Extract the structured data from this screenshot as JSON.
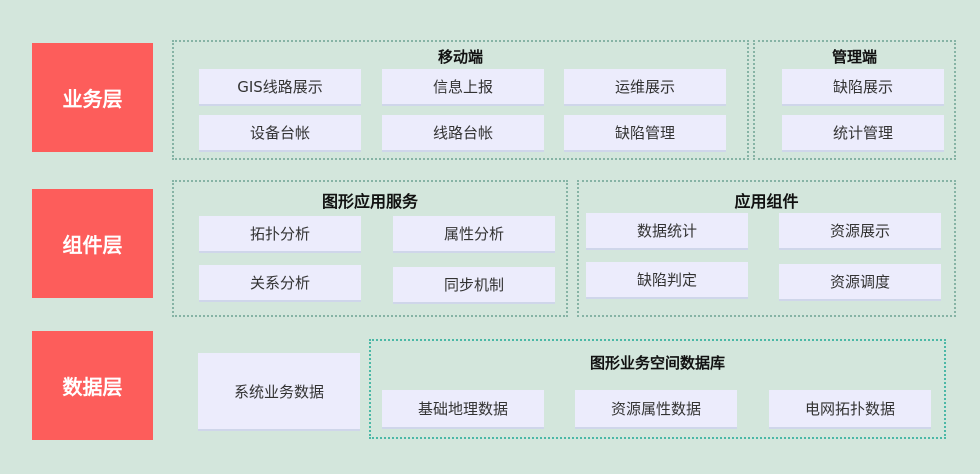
{
  "layers": {
    "business": {
      "label": "业务层",
      "mobile": {
        "title": "移动端",
        "items": [
          "GIS线路展示",
          "信息上报",
          "运维展示",
          "设备台帐",
          "线路台帐",
          "缺陷管理"
        ]
      },
      "management": {
        "title": "管理端",
        "items": [
          "缺陷展示",
          "统计管理"
        ]
      }
    },
    "component": {
      "label": "组件层",
      "graphic_services": {
        "title": "图形应用服务",
        "items": [
          "拓扑分析",
          "属性分析",
          "关系分析",
          "同步机制"
        ]
      },
      "app_components": {
        "title": "应用组件",
        "items": [
          "数据统计",
          "资源展示",
          "缺陷判定",
          "资源调度"
        ]
      }
    },
    "data": {
      "label": "数据层",
      "system_business_data": "系统业务数据",
      "spatial_db": {
        "title": "图形业务空间数据库",
        "items": [
          "基础地理数据",
          "资源属性数据",
          "电网拓扑数据"
        ]
      }
    }
  },
  "colors": {
    "background": "#d3e6dc",
    "layer_label": "#fd5d5b",
    "box_fill": "#ececfc",
    "dotted_border": "#86b3a5"
  }
}
